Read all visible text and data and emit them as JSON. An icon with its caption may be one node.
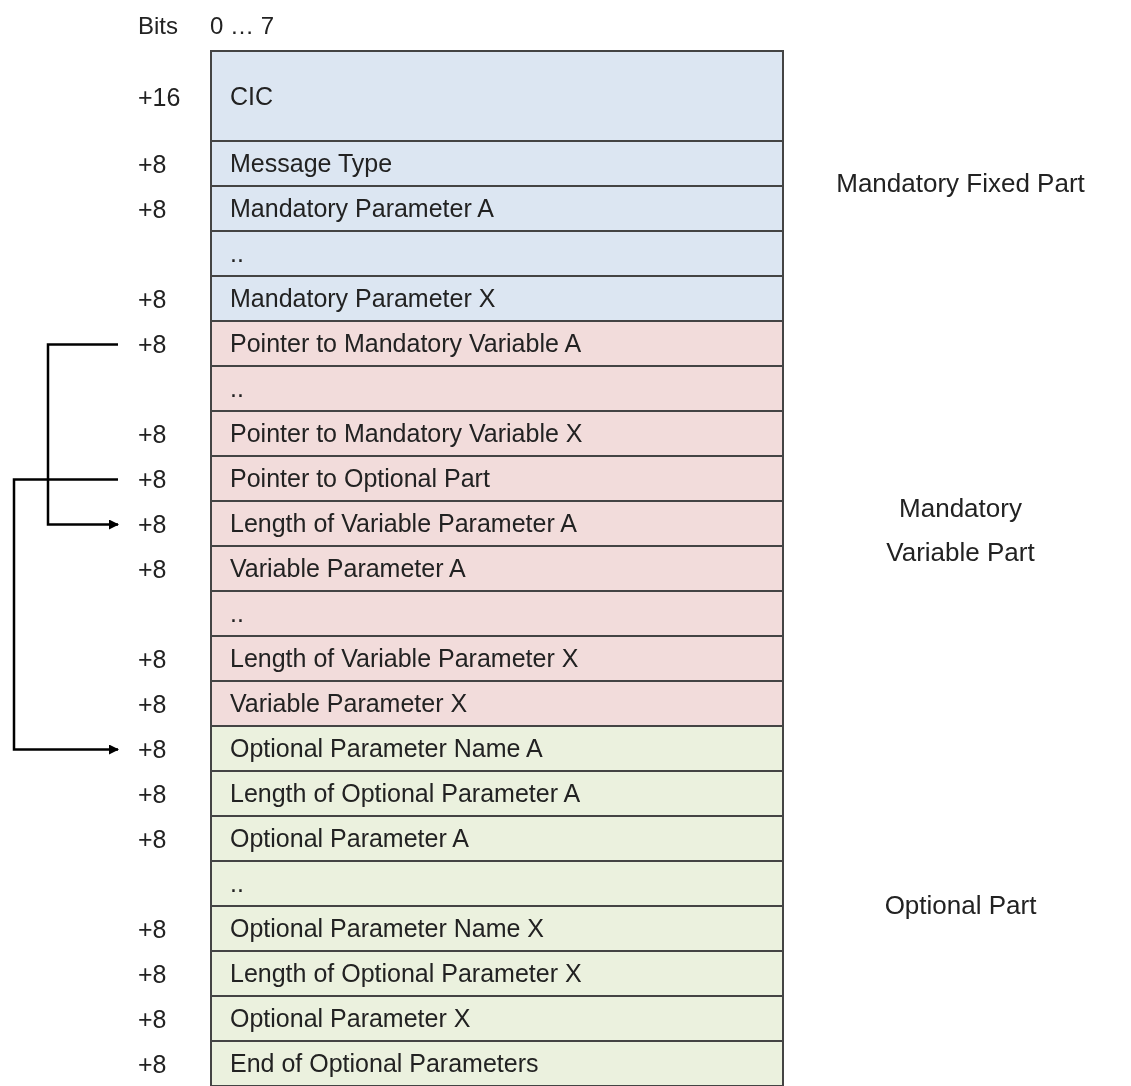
{
  "diagram": {
    "nodes": [
      {
        "text": [
          "CIC"
        ],
        "beside": [
          "+16"
        ]
      },
      {
        "text": [
          "Message Type"
        ],
        "beside": [
          "+8"
        ]
      },
      {
        "text": [
          "Mandatory Parameter A"
        ],
        "beside": [
          "+8"
        ]
      },
      {
        "text": [
          ".."
        ]
      },
      {
        "text": [
          "Mandatory Parameter X"
        ],
        "beside": [
          "+8"
        ]
      },
      {
        "text": [
          "Pointer to Mandatory Variable A"
        ],
        "beside": [
          "+8"
        ]
      },
      {
        "text": [
          ".."
        ]
      },
      {
        "text": [
          "Pointer to Mandatory Variable X"
        ],
        "beside": [
          "+8"
        ]
      },
      {
        "text": [
          "Pointer to Optional Part"
        ],
        "beside": [
          "+8"
        ]
      },
      {
        "text": [
          "Length of Variable Parameter A"
        ],
        "beside": [
          "+8"
        ]
      },
      {
        "text": [
          "Variable Parameter A"
        ],
        "beside": [
          "+8"
        ]
      },
      {
        "text": [
          ".."
        ]
      },
      {
        "text": [
          "Length of Variable Parameter X"
        ],
        "beside": [
          "+8"
        ]
      },
      {
        "text": [
          "Variable Parameter X"
        ],
        "beside": [
          "+8"
        ]
      },
      {
        "text": [
          "Optional Parameter Name A"
        ],
        "beside": [
          "+8"
        ]
      },
      {
        "text": [
          "Length of Optional Parameter A"
        ],
        "beside": [
          "+8"
        ]
      },
      {
        "text": [
          "Optional Parameter A"
        ],
        "beside": [
          "+8"
        ]
      },
      {
        "text": [
          ".."
        ]
      },
      {
        "text": [
          "Optional Parameter Name X"
        ],
        "beside": [
          "+8"
        ]
      },
      {
        "text": [
          "Length of Optional Parameter X"
        ],
        "beside": [
          "+8"
        ]
      },
      {
        "text": [
          "Optional Parameter X"
        ],
        "beside": [
          "+8"
        ]
      },
      {
        "text": [
          "End of Optional Parameters"
        ],
        "beside": [
          "+8"
        ]
      }
    ],
    "edges": [
      {
        "from": 5,
        "to": 9,
        "arrow": "to"
      },
      {
        "from": 8,
        "to": 14,
        "arrow": "to"
      }
    ],
    "labels": [
      "Bits",
      "0 … 7",
      "Mandatory Fixed Part",
      "Mandatory Variable Part",
      "Optional Part"
    ]
  }
}
